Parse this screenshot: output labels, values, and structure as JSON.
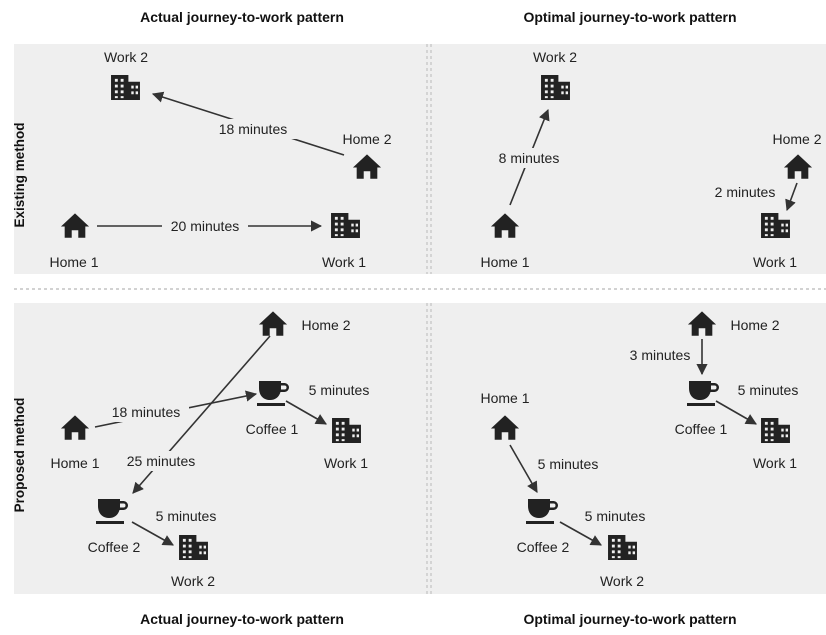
{
  "headers": {
    "top_left": "Actual journey-to-work pattern",
    "top_right": "Optimal journey-to-work pattern",
    "bottom_left": "Actual journey-to-work pattern",
    "bottom_right": "Optimal journey-to-work pattern",
    "row_top": "Existing method",
    "row_bottom": "Proposed method"
  },
  "panels": {
    "existing_actual": {
      "nodes": {
        "home1": "Home 1",
        "work1": "Work 1",
        "home2": "Home 2",
        "work2": "Work 2"
      },
      "edges": {
        "home1_work1": "20 minutes",
        "home2_work2": "18 minutes"
      }
    },
    "existing_optimal": {
      "nodes": {
        "home1": "Home 1",
        "work2": "Work 2",
        "home2": "Home 2",
        "work1": "Work 1"
      },
      "edges": {
        "home1_work2": "8 minutes",
        "home2_work1": "2 minutes"
      }
    },
    "proposed_actual": {
      "nodes": {
        "home1": "Home 1",
        "home2": "Home 2",
        "coffee1": "Coffee 1",
        "work1": "Work 1",
        "coffee2": "Coffee 2",
        "work2": "Work 2"
      },
      "edges": {
        "home1_coffee1": "18 minutes",
        "home2_coffee2": "25 minutes",
        "coffee1_work1": "5 minutes",
        "coffee2_work2": "5 minutes"
      }
    },
    "proposed_optimal": {
      "nodes": {
        "home1": "Home 1",
        "home2": "Home 2",
        "coffee1": "Coffee 1",
        "work1": "Work 1",
        "coffee2": "Coffee 2",
        "work2": "Work 2"
      },
      "edges": {
        "home2_coffee1": "3 minutes",
        "coffee1_work1": "5 minutes",
        "home1_coffee2": "5 minutes",
        "coffee2_work2": "5 minutes"
      }
    }
  },
  "colors": {
    "panel_bg": "#efefef",
    "icon": "#222222",
    "divider": "#b8b8b8"
  },
  "icons": {
    "home": "house-icon",
    "work": "office-building-icon",
    "coffee": "coffee-cup-icon"
  }
}
